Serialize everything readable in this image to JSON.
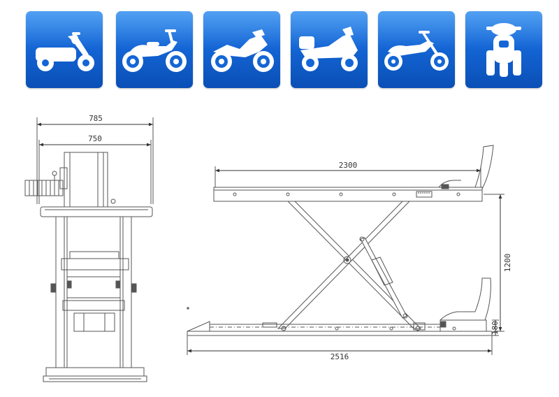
{
  "vehicle_icons": [
    {
      "name": "scooter-icon"
    },
    {
      "name": "cruiser-motorcycle-icon"
    },
    {
      "name": "sport-motorcycle-icon"
    },
    {
      "name": "touring-motorcycle-icon"
    },
    {
      "name": "chopper-motorcycle-icon"
    },
    {
      "name": "three-wheel-scooter-icon"
    }
  ],
  "front_view": {
    "outer_width": "785",
    "inner_width": "750"
  },
  "side_view": {
    "platform_length": "2300",
    "base_length": "2516",
    "max_height": "1200",
    "min_height": "180"
  },
  "colors": {
    "tile_blue": "#1466d6",
    "line": "#555555"
  }
}
